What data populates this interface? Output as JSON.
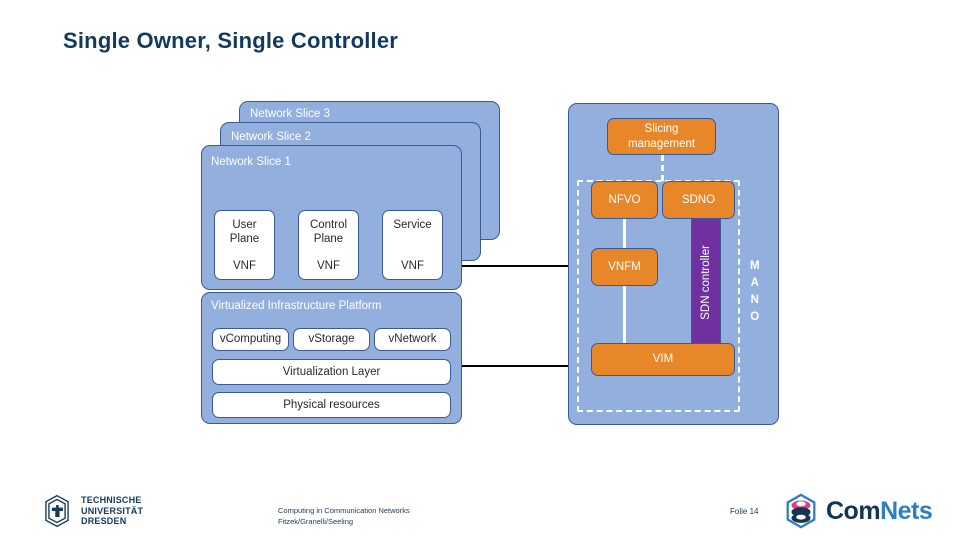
{
  "slide": {
    "title": "Single Owner, Single Controller",
    "page_label": "Folie 14"
  },
  "slices": [
    {
      "label": "Network Slice 3"
    },
    {
      "label": "Network Slice 2"
    },
    {
      "label": "Network Slice 1"
    }
  ],
  "vnfs": [
    {
      "head": "User\nPlane",
      "head_line1": "User",
      "head_line2": "Plane",
      "foot": "VNF"
    },
    {
      "head": "Control\nPlane",
      "head_line1": "Control",
      "head_line2": "Plane",
      "foot": "VNF"
    },
    {
      "head": "Service",
      "head_line1": "Service",
      "head_line2": "",
      "foot": "VNF"
    }
  ],
  "infrastructure": {
    "title": "Virtualized Infrastructure Platform",
    "resources": [
      "vComputing",
      "vStorage",
      "vNetwork"
    ],
    "virtualization_layer": "Virtualization Layer",
    "physical_resources": "Physical resources"
  },
  "management": {
    "slicing_management": "Slicing\nmanagement",
    "slicing_management_line1": "Slicing",
    "slicing_management_line2": "management",
    "nfvo": "NFVO",
    "sdno": "SDNO",
    "vnfm": "VNFM",
    "vim": "VIM",
    "sdn_controller": "SDN controller",
    "mano": "MANO",
    "mano_letters": [
      "M",
      "A",
      "N",
      "O"
    ]
  },
  "footer": {
    "book_title": "Computing in Communication Networks",
    "authors": "Fitzek/Granelli/Seeling",
    "university_line1": "TECHNISCHE",
    "university_line2": "UNIVERSITÄT",
    "university_line3": "DRESDEN",
    "brand_com": "Com",
    "brand_nets": "Nets"
  },
  "colors": {
    "title": "#13395e",
    "blue_panel": "#93AFDE",
    "panel_border": "#3A5A96",
    "orange": "#E8862A",
    "purple": "#7030A0",
    "brand_blue": "#2E7FC1"
  }
}
